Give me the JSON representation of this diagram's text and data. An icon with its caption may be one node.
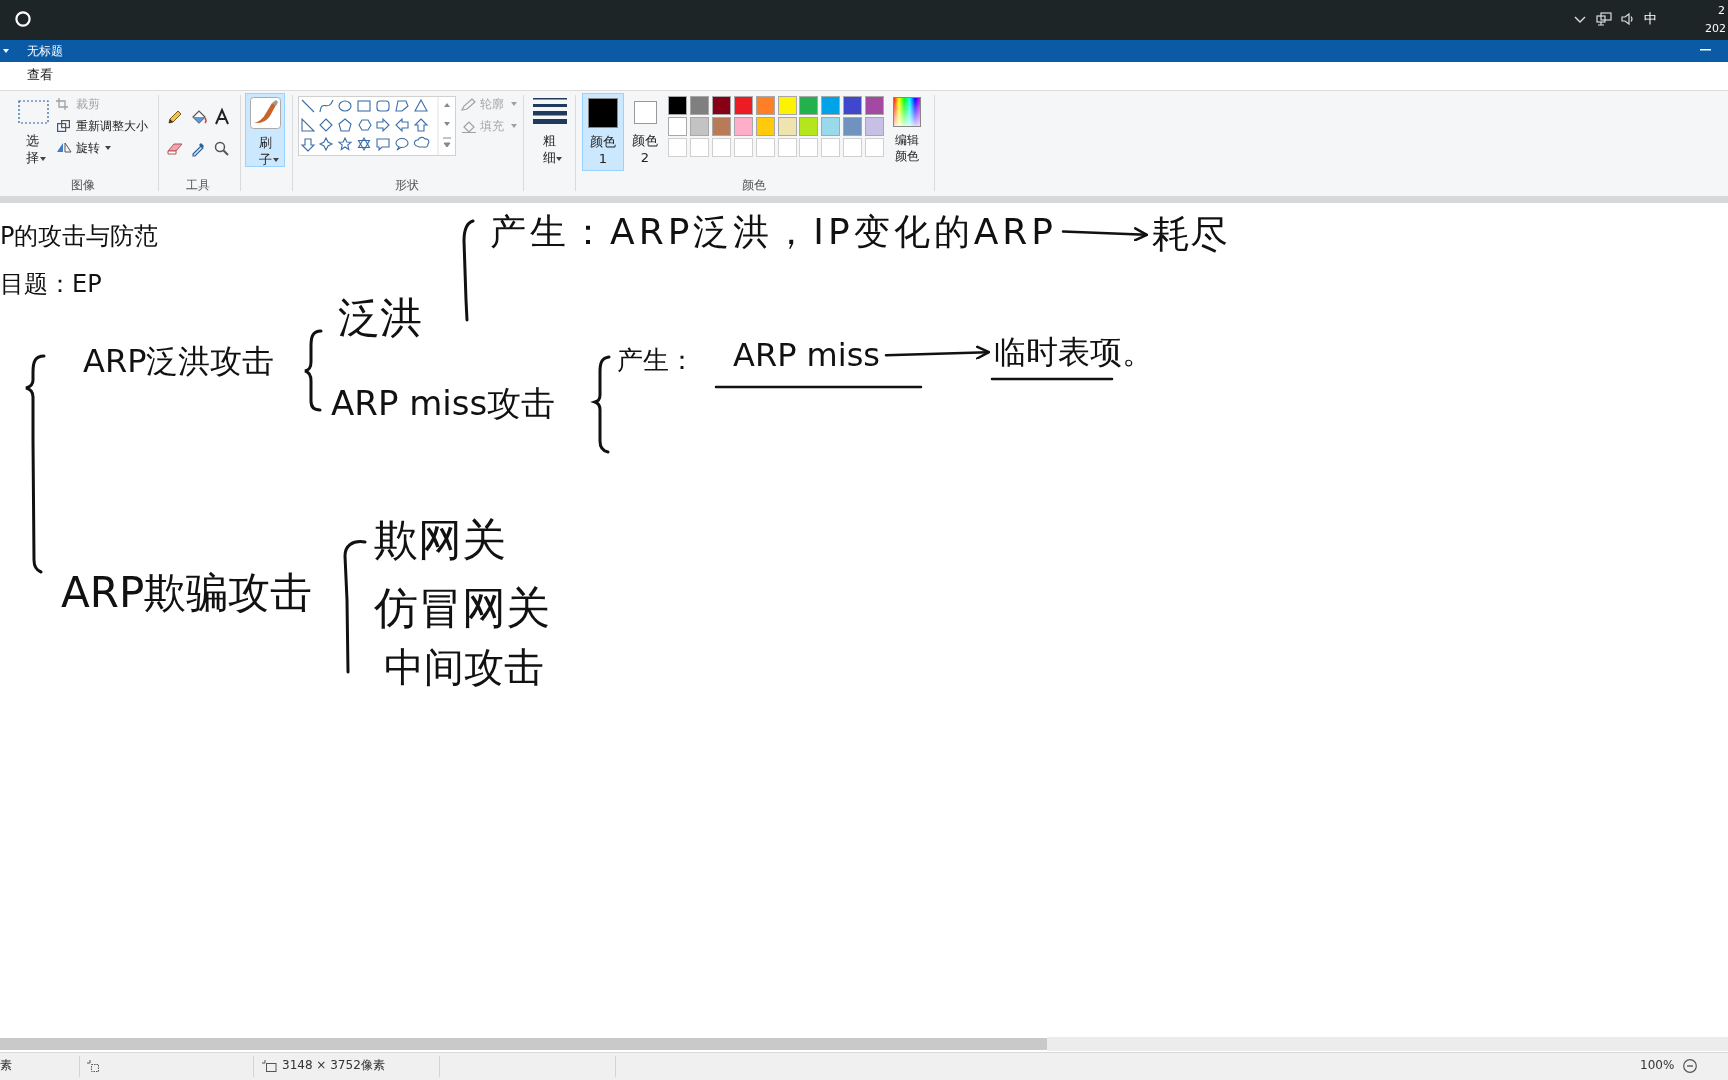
{
  "diagram": {
    "title": "P的攻击与防范",
    "nodes": [
      {
        "text": [
          "产生：ARP泛洪，IP变化的ARP"
        ]
      },
      {
        "text": [
          "耗尽"
        ]
      },
      {
        "text": [
          "ARP miss"
        ]
      },
      {
        "text": [
          "临时表项。"
        ]
      }
    ],
    "edges": [
      {
        "from": 0,
        "to": 1,
        "arrow": "to"
      },
      {
        "from": 2,
        "to": 3,
        "arrow": "to"
      }
    ],
    "labels": [
      "中",
      "2",
      "202",
      "无标题",
      "查看",
      "选择",
      "裁剪",
      "重新调整大小",
      "旋转",
      "图像",
      "工具",
      "刷子",
      "形状",
      "轮廓",
      "填充",
      "粗细",
      "颜色 1",
      "颜色 2",
      "编辑颜色",
      "颜色",
      "目题：EP",
      "ARP泛洪攻击",
      "泛洪",
      "ARP miss攻击",
      "产生：",
      "ARP欺骗攻击",
      "欺网关",
      "仿冒网关",
      "中间攻击",
      "素",
      "3148 × 3752像素",
      "100%"
    ]
  }
}
